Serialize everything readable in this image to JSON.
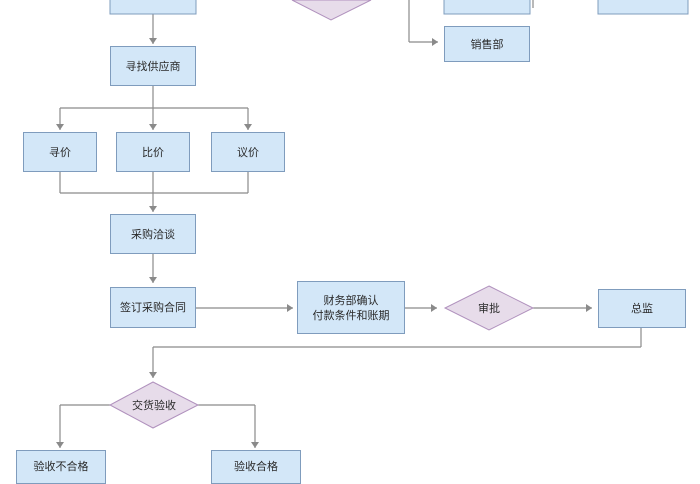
{
  "colors": {
    "box_fill": "#d3e7f8",
    "box_border": "#7f9cbd",
    "diamond_fill": "#e7dcea",
    "diamond_border": "#b091bd",
    "line": "#8a8a8a"
  },
  "nodes": {
    "supplier": "寻找供应商",
    "inquiry": "寻价",
    "compare": "比价",
    "negotiate": "议价",
    "procure_talk": "采购洽谈",
    "sign_contract": "签订采购合同",
    "finance_confirm_line1": "财务部确认",
    "finance_confirm_line2": "付款条件和账期",
    "approve": "审批",
    "director": "总监",
    "delivery_check": "交货验收",
    "check_fail": "验收不合格",
    "check_pass": "验收合格",
    "sales_dept": "销售部"
  }
}
